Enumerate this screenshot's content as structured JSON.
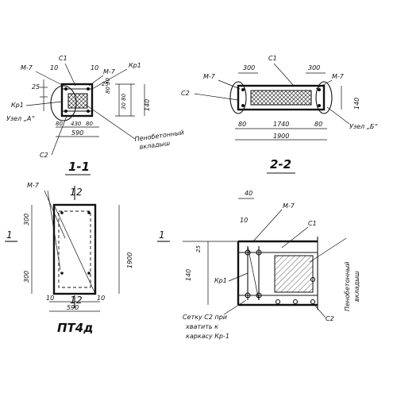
{
  "section_1_1": {
    "title": "1-1",
    "labels": {
      "c1": "С1",
      "m7_left": "М-7",
      "m7_right": "М-7",
      "kp1_right": "Кр1",
      "kp1_left": "Кр1",
      "c2": "С2",
      "node_a": "Узел „А“",
      "insert": "Пенобетонный",
      "insert2": "вкладыш"
    },
    "dims": {
      "d10a": "10",
      "d10b": "10",
      "d25l": "25",
      "d25r": "25",
      "d140": "140",
      "d80_30": "80 30",
      "d30_80": "30 80",
      "d80a": "80",
      "d430": "430",
      "d80b": "80",
      "d590": "590"
    }
  },
  "section_2_2": {
    "title": "2-2",
    "labels": {
      "c1": "С1",
      "m7_left": "М-7",
      "m7_right": "М-7",
      "c2": "С2",
      "node_b": "Узел „Б“"
    },
    "dims": {
      "d300l": "300",
      "d300r": "300",
      "d140": "140",
      "d80l": "80",
      "d1740": "1740",
      "d80r": "80",
      "d1900": "1900"
    }
  },
  "plan_pt": {
    "title": "ПТ4д",
    "labels": {
      "m7": "М-7",
      "cut_top": "2",
      "cut_bot": "2",
      "cut_top_1": "1",
      "cut_bot_1": "1",
      "mark_1": "1"
    },
    "dims": {
      "d300t": "300",
      "d300b": "300",
      "d1900": "1900",
      "d10l": "10",
      "d10r": "10",
      "d590": "590"
    }
  },
  "detail": {
    "labels": {
      "m7": "М-7",
      "c1": "С1",
      "kp1": "Кр1",
      "c2": "С2",
      "mark_1": "1",
      "note1": "Сетку С2 при",
      "note2": "хватить к",
      "note3": "каркасу Кр-1",
      "insert": "Пенобетонный",
      "insert2": "вкладыш"
    },
    "dims": {
      "d40": "40",
      "d10": "10",
      "d25": "25",
      "d140": "140"
    }
  }
}
